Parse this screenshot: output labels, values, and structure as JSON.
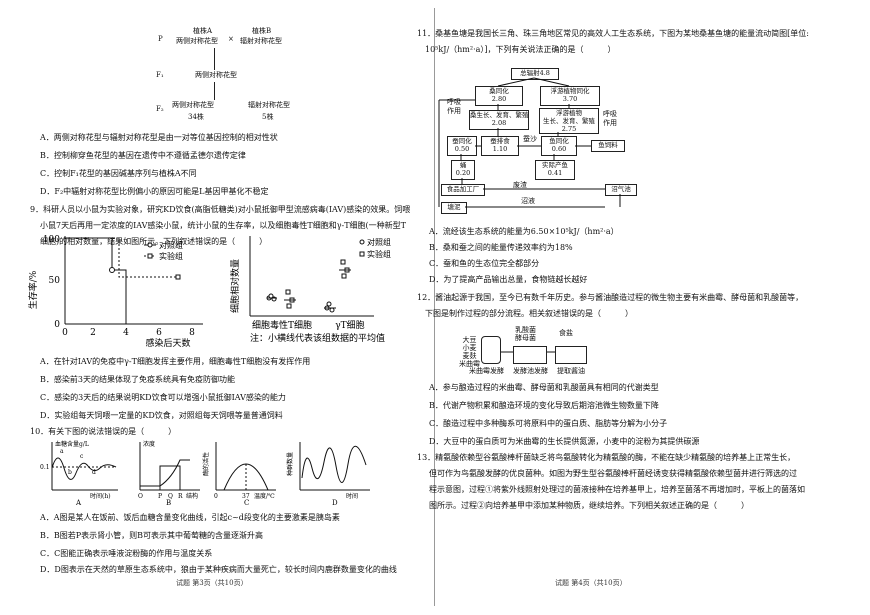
{
  "left": {
    "cross": {
      "p_label": "P",
      "parent_a": "植株A",
      "parent_a_type": "两侧对称花型",
      "cross_sign": "×",
      "parent_b": "植株B",
      "parent_b_type": "辐射对称花型",
      "f1_label": "F₁",
      "f1_type": "两侧对称花型",
      "f2_label": "F₂",
      "f2_a": "两侧对称花型",
      "f2_a_count": "34株",
      "f2_b": "辐射对称花型",
      "f2_b_count": "5株"
    },
    "q8_options": [
      "A．两侧对称花型与辐射对称花型是由一对等位基因控制的相对性状",
      "B．控制柳穿鱼花型的基因在遗传中不遵循孟德尔遗传定律",
      "C．控制F₁花型的基因碱基序列与植株A不同",
      "D．F₂中辐射对称花型比例偏小的原因可能是L基因甲基化不稳定"
    ],
    "q9_stem": [
      "9．科研人员以小鼠为实验对象，研究KD饮食(高脂低糖类)对小鼠抵御甲型流感病毒(IAV)感染的效果。饲喂",
      "小鼠7天后再用一定浓度的IAV感染小鼠，统计小鼠的生存率，以及细胞毒性T细胞和γ-T细胞(一种新型T",
      "细胞)的相对数量，结果如图所示。下列叙述错误的是（　　　）"
    ],
    "survival_chart": {
      "ylabel": "生存率/%",
      "xlabel": "感染后天数",
      "y_ticks": [
        "100",
        "50",
        "0"
      ],
      "x_ticks": [
        "0",
        "2",
        "4",
        "6",
        "8"
      ],
      "legend_control": "对照组",
      "legend_exp": "实验组"
    },
    "cell_chart": {
      "ylabel": "细胞相对数量",
      "cat1": "细胞毒性T细胞",
      "cat2": "γT细胞",
      "legend_control": "对照组",
      "legend_exp": "实验组",
      "note": "注：小横线代表该组数据的平均值"
    },
    "q9_options": [
      "A．在针对IAV的免疫中γ-T细胞发挥主要作用，细胞毒性T细胞没有发挥作用",
      "B．感染前3天的结果体现了免疫系统具有免疫防御功能",
      "C．感染的3天后的结果说明KD饮食可以增强小鼠抵御IAV感染的能力",
      "D．实验组每天饲喂一定量的KD饮食，对照组每天饲喂等量普通饲料"
    ],
    "q10_stem": "10．有关下图的说法错误的是（　　　）",
    "q10_charts": {
      "a_ylabel": "血糖含量g/L",
      "a_tick": "0.1",
      "a_marks": [
        "a",
        "b",
        "c",
        "d"
      ],
      "a_xlabel": "时间(h)",
      "a_cap": "A",
      "b_ylabel": "浓度",
      "b_ticks": [
        "O",
        "P",
        "Q",
        "R"
      ],
      "b_xlabel": "结构",
      "b_cap": "B",
      "c_ylabel": "酶的活性",
      "c_ticks": [
        "0",
        "37"
      ],
      "c_xlabel": "温度/℃",
      "c_cap": "C",
      "d_ylabel": "种群数量",
      "d_xlabel": "时间",
      "d_cap": "D"
    },
    "q10_options": [
      "A．A图是某人在饭前、饭后血糖含量变化曲线，引起c~d段变化的主要激素是胰岛素",
      "B．B图若P表示肾小管，则B可表示其中葡萄糖的含量逐渐升高",
      "C．C图能正确表示唾液淀粉酶的作用与温度关系",
      "D．D图表示在天然的草原生态系统中，狼由于某种疾病而大量死亡，较长时间内鹿群数量变化的曲线"
    ],
    "footer": "试题 第3页（共10页）"
  },
  "right": {
    "q11_stem": [
      "11．桑基鱼塘是我国长三角、珠三角地区常见的高效人工生态系统，下图为某地桑基鱼塘的能量流动简图[单位:",
      "10⁵kJ/（hm²·a）]，下列有关说法正确的是（　　　）"
    ],
    "energy": {
      "total": "总辐射4.8",
      "sang": "桑同化\n2.80",
      "plankton": "浮游植物同化\n3.70",
      "resp1": "呼吸\n作用",
      "resp2": "呼吸\n作用",
      "sang_growth": "桑生长、发育、繁殖\n2.08",
      "plankton_growth": "浮游植物\n生长、发育、繁殖\n2.75",
      "silkworm_poop": "蚕排食\n1.10",
      "silkworm": "蚕同化\n0.50",
      "fish": "鱼同化\n0.60",
      "feed": "鱼饲料",
      "pupa": "蛹\n0.20",
      "fish_prod": "实际产鱼\n0.41",
      "eat": "蚕沙",
      "processing": "食品加工厂",
      "pond": "沼气池",
      "waste": "废渣",
      "mud": "塘泥",
      "slag": "沼液"
    },
    "q11_options": [
      "A．流经该生态系统的能量为6.50×10⁵kJ/（hm²·a）",
      "B．桑和蚕之间的能量传递效率约为18%",
      "C．蚕和鱼的生态位完全都部分",
      "D．为了提高产品输出总量，食物链越长越好"
    ],
    "q12_stem": [
      "12．酱油起源于我国，至今已有数千年历史。参与酱油酿造过程的微生物主要有米曲霉、酵母菌和乳酸菌等，",
      "下图是制作过程的部分流程。相关叙述错误的是（　　　）"
    ],
    "soy": {
      "raw": "大豆\n小麦\n麦麸\n米曲霉",
      "step1": "米曲霉发酵",
      "bugs": "乳酸菌\n酵母菌",
      "step2": "发酵池发酵",
      "salt": "食盐",
      "step3": "提取酱油"
    },
    "q12_options": [
      "A．参与酿造过程的米曲霉、酵母菌和乳酸菌具有相同的代谢类型",
      "B．代谢产物积累和酿造环境的变化导致后期溶池微生物数量下降",
      "C．酿造过程中多种酶系可将原料中的蛋白质、脂肪等分解为小分子",
      "D．大豆中的蛋白质可为米曲霉的生长提供氮源，小麦中的淀粉为其提供碳源"
    ],
    "q13_stem": [
      "13．精氨酸依赖型谷氨酸棒杆菌缺乏将鸟氨酸转化为精氨酸的酶，不能在缺少精氨酸的培养基上正常生长，",
      "但可作为鸟氨酸发酵的优良菌种。如图为野生型谷氨酸棒杆菌经诱变获得精氨酸依赖型菌并进行筛选的过",
      "程示意图，过程①将紫外线照射处理过的菌液接种在培养基甲上，培养至菌落不再增加时，平板上的菌落如",
      "图所示。过程②向培养基甲中添加某种物质，继续培养。下列相关叙述正确的是（　　　）"
    ],
    "footer": "试题 第4页（共10页）"
  }
}
